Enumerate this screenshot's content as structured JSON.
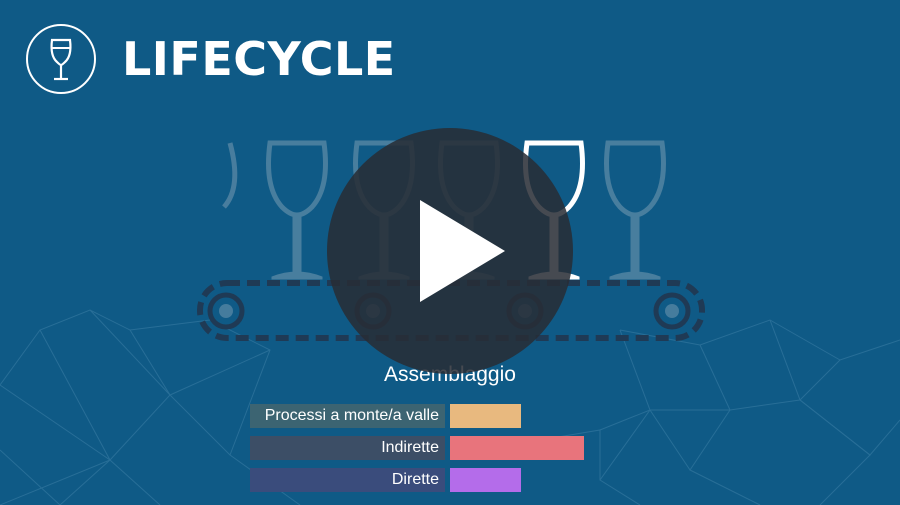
{
  "header": {
    "title": "LIFECYCLE",
    "logo_icon": "wine-glass-icon"
  },
  "scene": {
    "illustration": "wine-glasses-on-conveyor-belt",
    "stage_label": "Assemblaggio"
  },
  "legend": [
    {
      "label": "Processi a monte/a valle",
      "color": "#e8b97f",
      "share": 0.42
    },
    {
      "label": "Indirette",
      "color": "#e8747c",
      "share": 0.8
    },
    {
      "label": "Dirette",
      "color": "#b46cea",
      "share": 0.42
    }
  ],
  "player": {
    "play_icon": "play-icon"
  },
  "colors": {
    "background": "#0f5a86",
    "glass_highlight": "#ffffff",
    "glass_dim": "#5c8aa6",
    "belt": "#1f3a55"
  }
}
